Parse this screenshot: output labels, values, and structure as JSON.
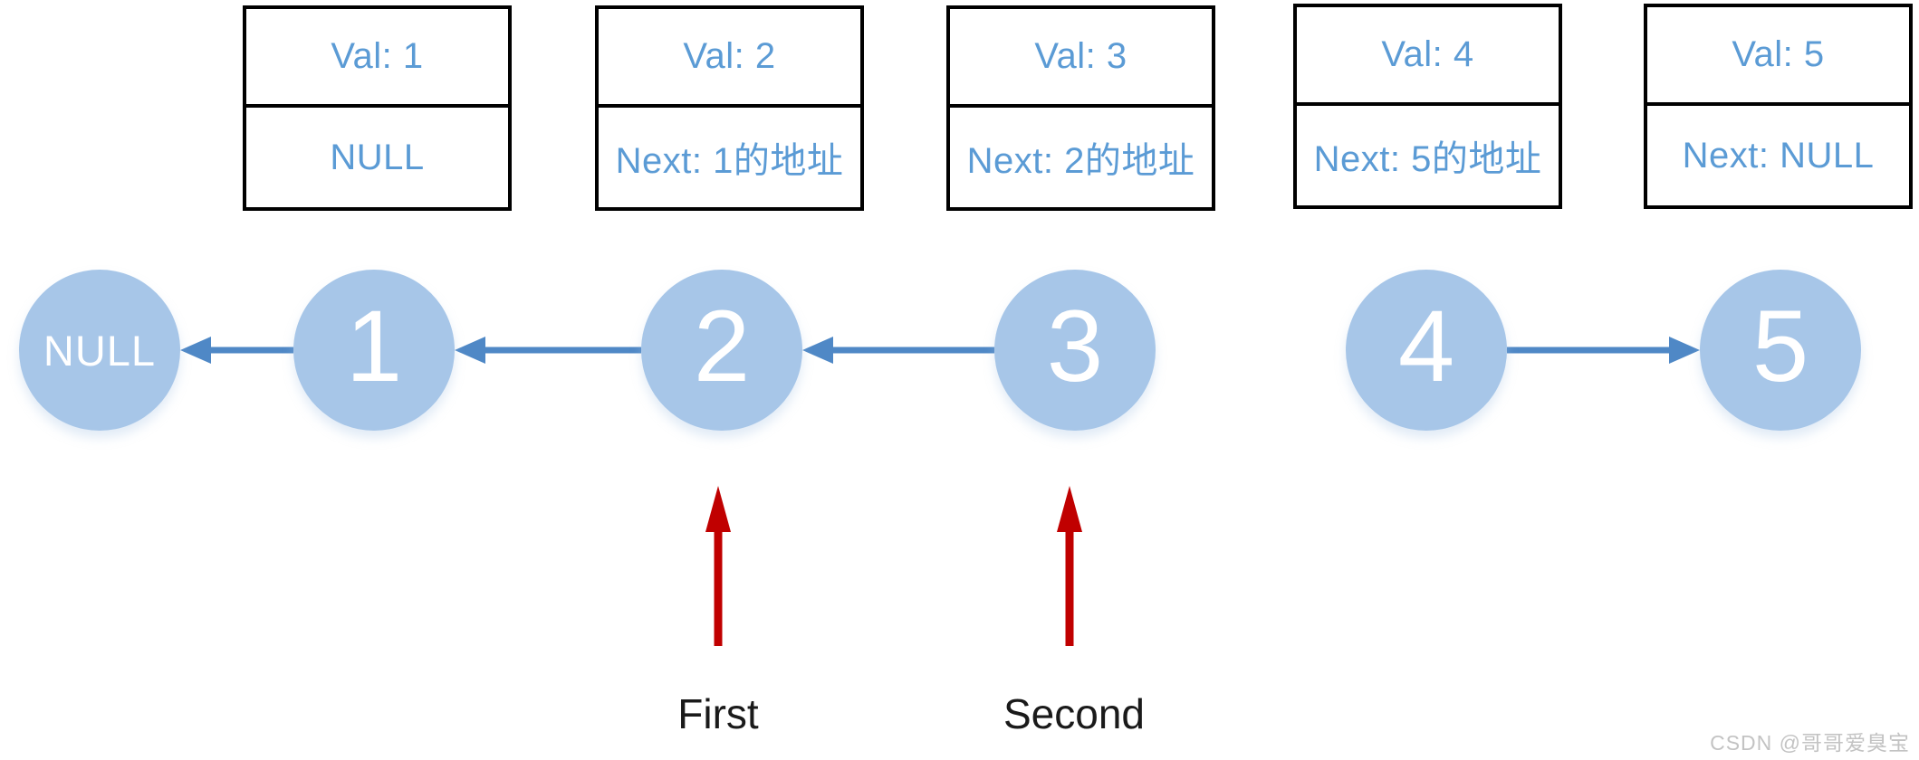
{
  "diagram": {
    "title_hint": "singly linked list reversal step diagram",
    "boxes": [
      {
        "val": "Val: 1",
        "next": "NULL"
      },
      {
        "val": "Val: 2",
        "next": "Next: 1的地址"
      },
      {
        "val": "Val: 3",
        "next": "Next: 2的地址"
      },
      {
        "val": "Val: 4",
        "next": "Next: 5的地址"
      },
      {
        "val": "Val: 5",
        "next": "Next: NULL"
      }
    ],
    "nodes": [
      {
        "label": "NULL"
      },
      {
        "label": "1"
      },
      {
        "label": "2"
      },
      {
        "label": "3"
      },
      {
        "label": "4"
      },
      {
        "label": "5"
      }
    ],
    "links": [
      {
        "from": "1",
        "to": "NULL",
        "direction": "left"
      },
      {
        "from": "2",
        "to": "1",
        "direction": "left"
      },
      {
        "from": "3",
        "to": "2",
        "direction": "left"
      },
      {
        "from": "4",
        "to": "5",
        "direction": "right"
      }
    ],
    "pointers": [
      {
        "label": "First",
        "points_to": "2"
      },
      {
        "label": "Second",
        "points_to": "3"
      }
    ],
    "colors": {
      "node_fill": "#a7c6e8",
      "blue_arrow": "#4f88c6",
      "box_text": "#5b9bd5",
      "red_pointer": "#c00000",
      "label_text": "#1a1a1a",
      "box_border": "#000000",
      "watermark": "#c3c3c3"
    },
    "watermark": "CSDN @哥哥爱臭宝"
  }
}
